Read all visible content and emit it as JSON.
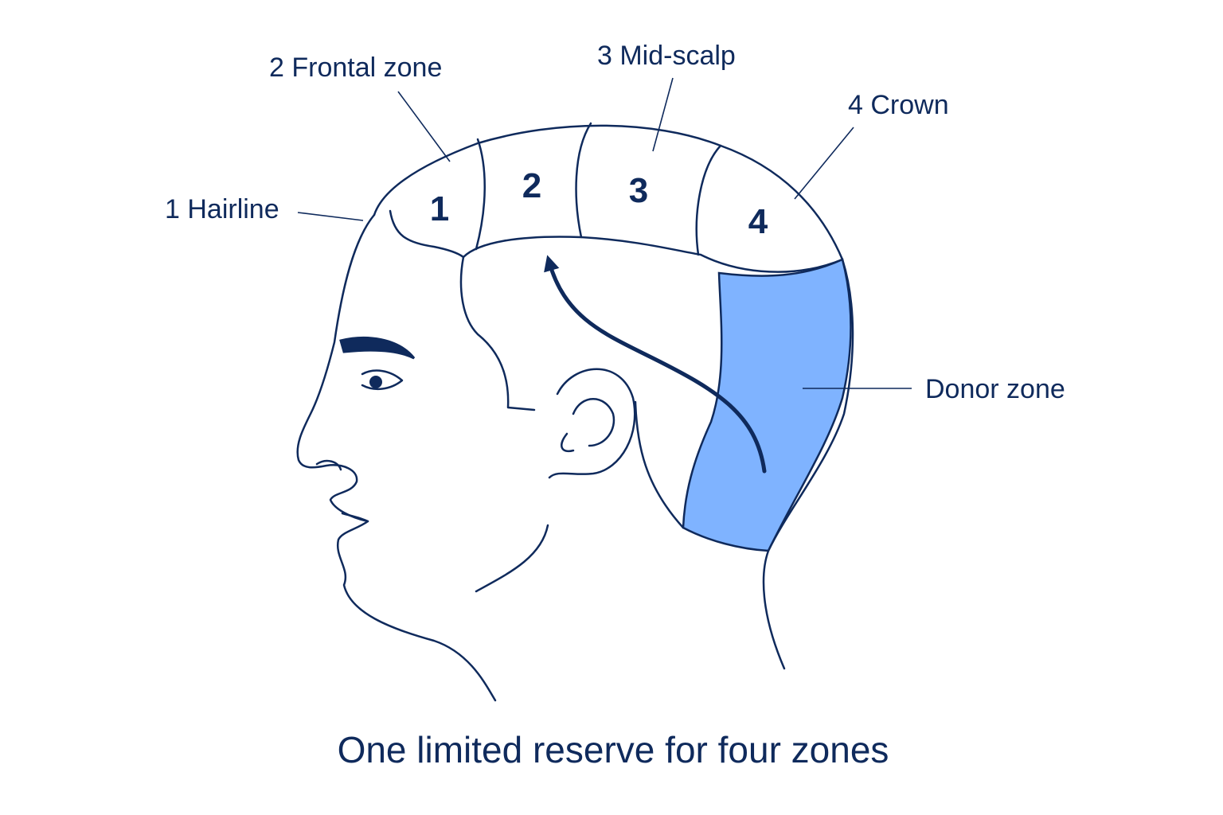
{
  "colors": {
    "line": "#0f2a5c",
    "donor_fill": "#7fb3ff",
    "background": "#ffffff"
  },
  "labels": {
    "hairline": "1 Hairline",
    "frontal": "2 Frontal zone",
    "midscalp": "3 Mid-scalp",
    "crown": "4 Crown",
    "donor": "Donor zone"
  },
  "zones": {
    "z1": "1",
    "z2": "2",
    "z3": "3",
    "z4": "4"
  },
  "caption": "One limited reserve for four zones"
}
